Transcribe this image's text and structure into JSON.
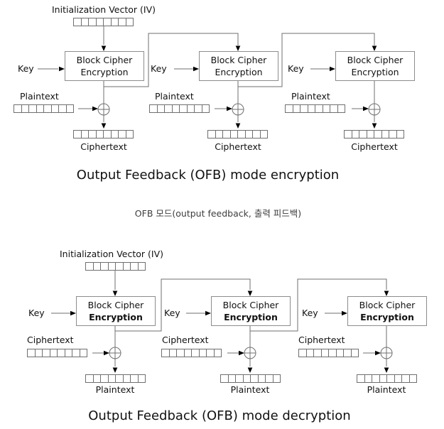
{
  "colors": {
    "background": "#ffffff",
    "line": "#6f6f6f",
    "arrowhead": "#000000",
    "box_border": "#8c8c8c",
    "text": "#111111",
    "subtitle_text": "#3d3d3d"
  },
  "encryption_diagram": {
    "iv_label": "Initialization Vector (IV)",
    "key_label": "Key",
    "block_line1": "Block Cipher",
    "block_line2": "Encryption",
    "input_label": "Plaintext",
    "output_label": "Ciphertext",
    "caption": "Output Feedback (OFB) mode encryption",
    "num_blocks": 3,
    "register_cells": 8
  },
  "korean_subtitle": "OFB 모드(output feedback, 출력 피드백)",
  "decryption_diagram": {
    "iv_label": "Initialization Vector (IV)",
    "key_label": "Key",
    "block_line1": "Block Cipher",
    "block_line2": "Encryption",
    "input_label": "Ciphertext",
    "output_label": "Plaintext",
    "caption": "Output Feedback (OFB) mode decryption",
    "num_blocks": 3,
    "register_cells": 8
  }
}
